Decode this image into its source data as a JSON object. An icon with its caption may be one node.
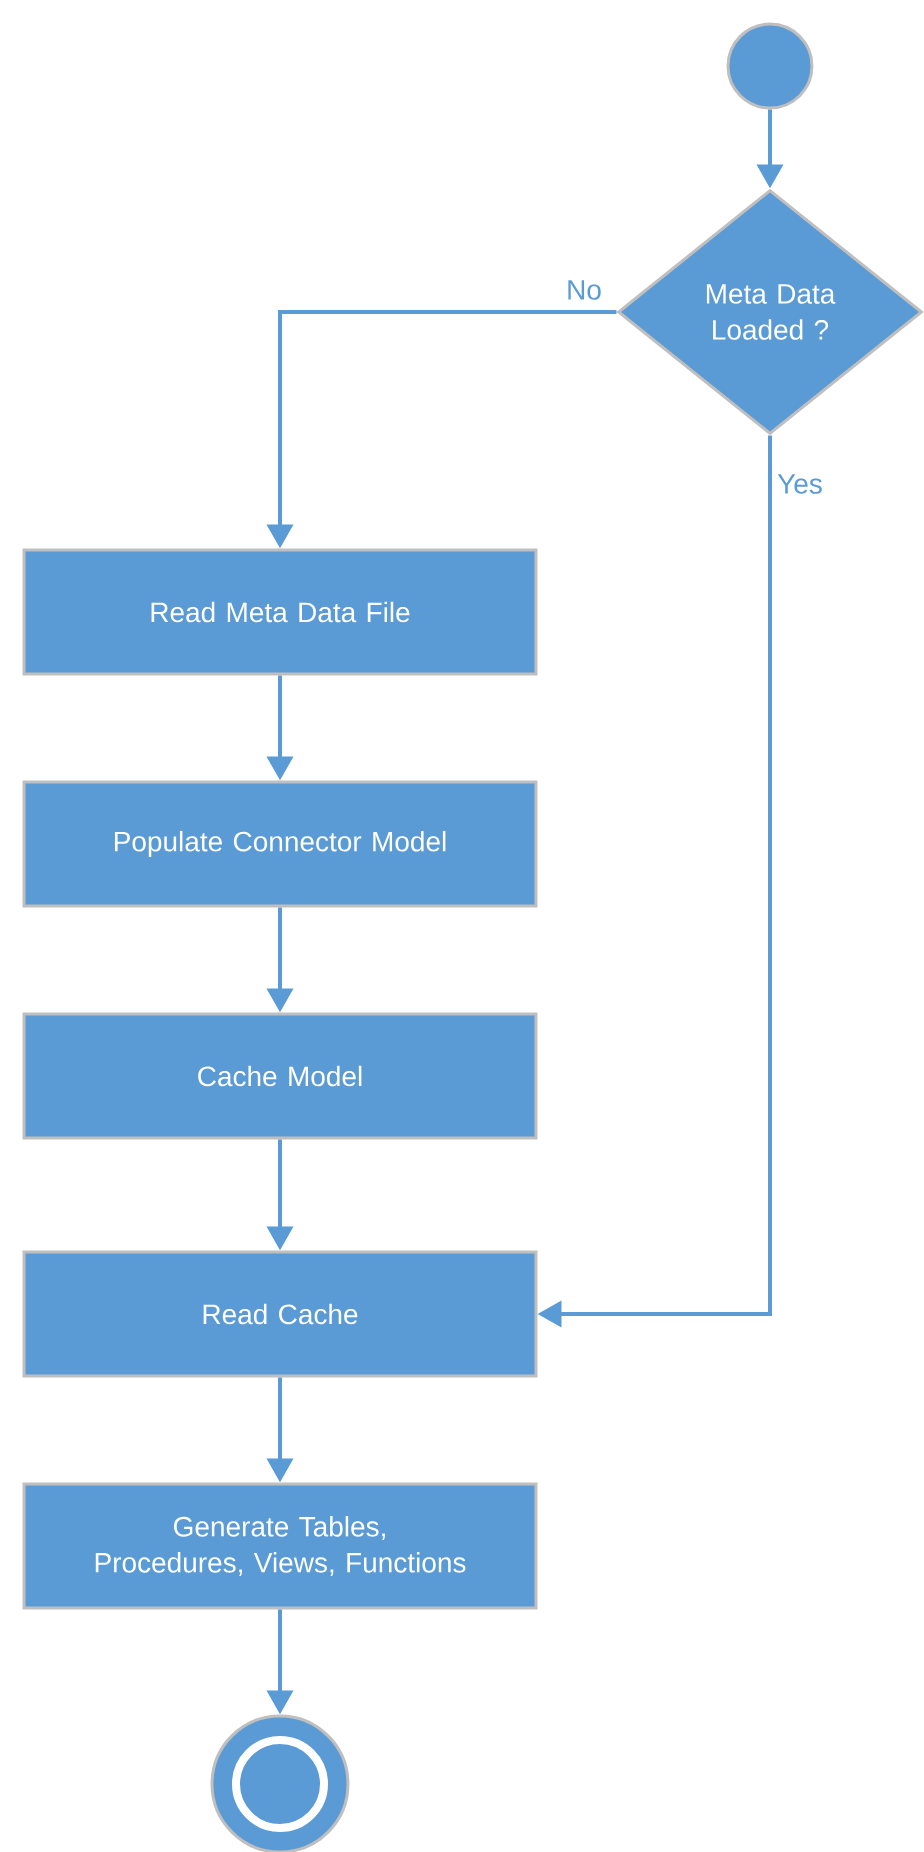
{
  "diagram": {
    "nodes": [
      {
        "text": [],
        "shape": "circle"
      },
      {
        "text": [
          "Meta Data Loaded ?"
        ]
      },
      {
        "text": [
          "Read Meta Data File"
        ]
      },
      {
        "text": [
          "Populate Connector Model"
        ]
      },
      {
        "text": [
          "Cache Model"
        ]
      },
      {
        "text": [
          "Read Cache"
        ]
      },
      {
        "text": [
          "Generate Tables, Procedures, Views, Functions"
        ]
      },
      {
        "text": [],
        "shape": "circle"
      }
    ],
    "edges": [
      {
        "from": 0,
        "to": 1,
        "arrow": "to"
      },
      {
        "from": 1,
        "to": 2,
        "arrow": "to",
        "label": "No"
      },
      {
        "from": 2,
        "to": 3,
        "arrow": "to"
      },
      {
        "from": 3,
        "to": 4,
        "arrow": "to"
      },
      {
        "from": 4,
        "to": 5,
        "arrow": "to"
      },
      {
        "from": 1,
        "to": 5,
        "arrow": "to",
        "label": "Yes"
      },
      {
        "from": 5,
        "to": 6,
        "arrow": "to"
      },
      {
        "from": 6,
        "to": 7,
        "arrow": "to"
      }
    ]
  }
}
